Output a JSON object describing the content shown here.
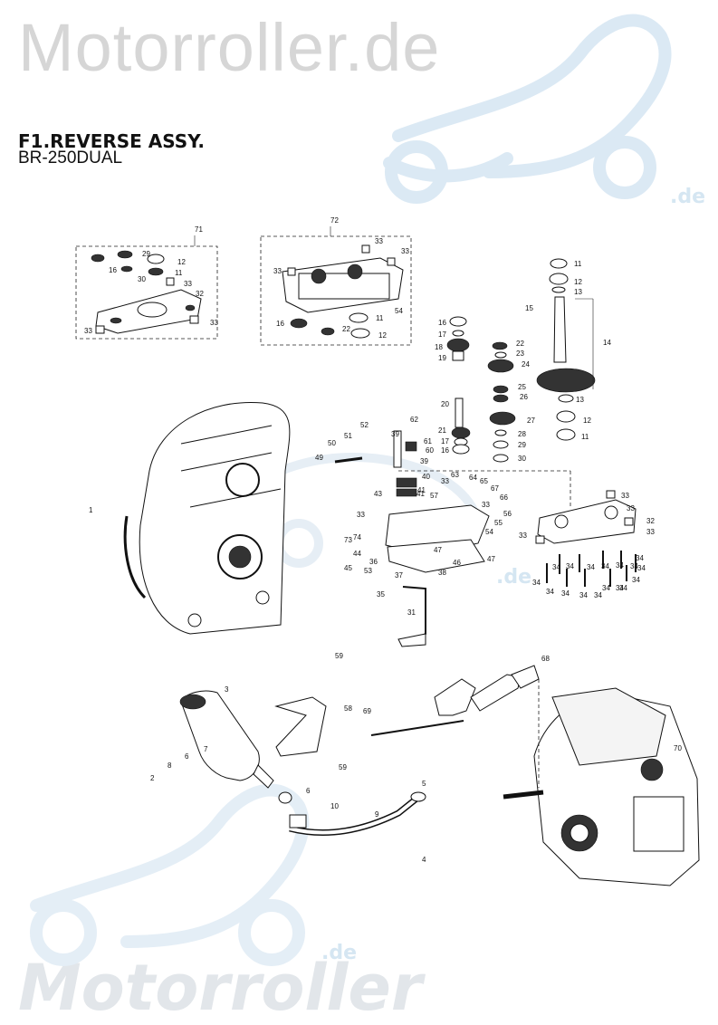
{
  "watermark": {
    "site_top": "Motorroller.de",
    "site_bottom": "Motorroller",
    "domain_suffix": ".de"
  },
  "header": {
    "title": "F1.REVERSE ASSY.",
    "model": "BR-250DUAL"
  },
  "colors": {
    "watermark_gray": "#d6d6d6",
    "watermark_blue": "#cfe3f1",
    "line": "#111111"
  },
  "callouts": {
    "g71": [
      "71",
      "29",
      "12",
      "16",
      "30",
      "11",
      "33",
      "32",
      "33",
      "33"
    ],
    "g72": [
      "72",
      "33",
      "33",
      "33",
      "54",
      "16",
      "22",
      "11",
      "12"
    ],
    "shaft_left": [
      "16",
      "17",
      "18",
      "19",
      "20",
      "21",
      "17",
      "16"
    ],
    "shaft_mid": [
      "22",
      "23",
      "24",
      "25",
      "26",
      "27",
      "28",
      "29",
      "30"
    ],
    "shaft_right": [
      "11",
      "12",
      "13",
      "15",
      "14",
      "13",
      "12",
      "11"
    ],
    "housing": [
      "1"
    ],
    "shift": [
      "52",
      "51",
      "50",
      "49",
      "62",
      "39",
      "61",
      "60",
      "39",
      "40",
      "41",
      "43",
      "33",
      "74",
      "73",
      "44",
      "45",
      "36",
      "53",
      "35",
      "37",
      "38",
      "47",
      "46",
      "47",
      "63",
      "64",
      "65",
      "33",
      "57",
      "67",
      "66",
      "33",
      "56",
      "55",
      "54",
      "31",
      "41"
    ],
    "right_cover": [
      "33",
      "33",
      "32",
      "33",
      "33"
    ],
    "bolts": [
      "34",
      "34",
      "34",
      "34",
      "34",
      "34",
      "34",
      "34",
      "34",
      "34",
      "34",
      "34",
      "34",
      "34",
      "34",
      "34",
      "34"
    ],
    "lower": [
      "59",
      "3",
      "58",
      "59",
      "2",
      "8",
      "6",
      "7",
      "68",
      "69",
      "70",
      "5",
      "6",
      "10",
      "9",
      "4"
    ]
  }
}
